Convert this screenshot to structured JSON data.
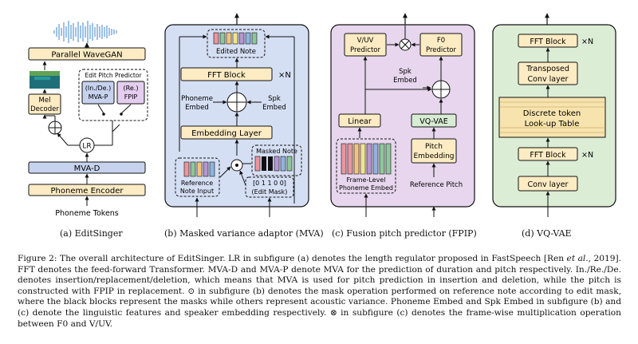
{
  "panel_a": {
    "vocoder": "Parallel WaveGAN",
    "mel_decoder": [
      "Mel",
      "Decoder"
    ],
    "edit_pitch_predictor": "Edit Pitch Predictor",
    "mva_p": [
      "(In./De.)",
      "MVA-P"
    ],
    "fpip": [
      "(Re.)",
      "FPIP"
    ],
    "lr": "LR",
    "mva_d": "MVA-D",
    "phoneme_encoder": "Phoneme Encoder",
    "phoneme_tokens": "Phoneme Tokens"
  },
  "panel_b": {
    "edited_note": "Edited Note",
    "fft_block": "FFT Block",
    "times_n": "×N",
    "phoneme_embed": [
      "Phoneme",
      "Embed"
    ],
    "spk_embed": [
      "Spk",
      "Embed"
    ],
    "embedding_layer": "Embedding Layer",
    "masked_note": "Masked Note",
    "reference_note_input": [
      "Reference",
      "Note Input"
    ],
    "edit_mask": [
      "[0 1 1 0 0]",
      "(Edit Mask)"
    ]
  },
  "panel_c": {
    "vuv_predictor": [
      "V/UV",
      "Predictor"
    ],
    "f0_predictor": [
      "F0",
      "Predictor"
    ],
    "spk_embed": [
      "Spk",
      "Embed"
    ],
    "linear": "Linear",
    "vq_vae": "VQ-VAE",
    "pitch_embedding": [
      "Pitch",
      "Embedding"
    ],
    "frame_level_phoneme_embed": [
      "Frame-Level",
      "Phoneme Embed"
    ],
    "reference_pitch": "Reference Pitch"
  },
  "panel_d": {
    "fft_block_top": "FFT Block",
    "times_n": "×N",
    "transposed_conv": [
      "Transposed",
      "Conv layer"
    ],
    "lookup": [
      "Discrete token",
      "Look-up Table"
    ],
    "fft_block_bottom": "FFT Block",
    "conv_layer": "Conv layer"
  },
  "subcaptions": {
    "a": "(a) EditSinger",
    "b": "(b) Masked variance adaptor (MVA)",
    "c": "(c) Fusion pitch predictor (FPIP)",
    "d": "(d) VQ-VAE"
  },
  "caption": {
    "p1": "Figure 2: The overall architecture of EditSinger. LR in subfigure (a) denotes the length regulator proposed in FastSpeech [Ren ",
    "p1_etal": "et al.",
    "p2": ", 2019]. FFT denotes the feed-forward Transformer. MVA-D and MVA-P denote MVA for the prediction of duration and pitch respectively. In./Re./De. denotes insertion/replacement/deletion, which means that MVA is used for pitch prediction in insertion and deletion, while the pitch is constructed with FPIP in replacement. ⊙ in subfigure (b) denotes the mask operation performed on reference note according to edit mask, where the black blocks represent the masks while others represent acoustic variance. Phoneme Embed and Spk Embed in subfigure (b) and (c) denote the linguistic features and speaker embedding respectively. ⊗ in subfigure (c) denotes the frame-wise multiplication operation between F0 and V/UV."
  },
  "colors": {
    "block": "#fdebc3",
    "panel_b_bg": "#d5dff4",
    "panel_c_bg": "#e7d6ee",
    "panel_d_bg": "#dcedd6",
    "mva": "#c7d3ee",
    "fpip": "#e5cdf0",
    "vqvae": "#d7ecd2",
    "lookup": "#f7e3ad"
  }
}
